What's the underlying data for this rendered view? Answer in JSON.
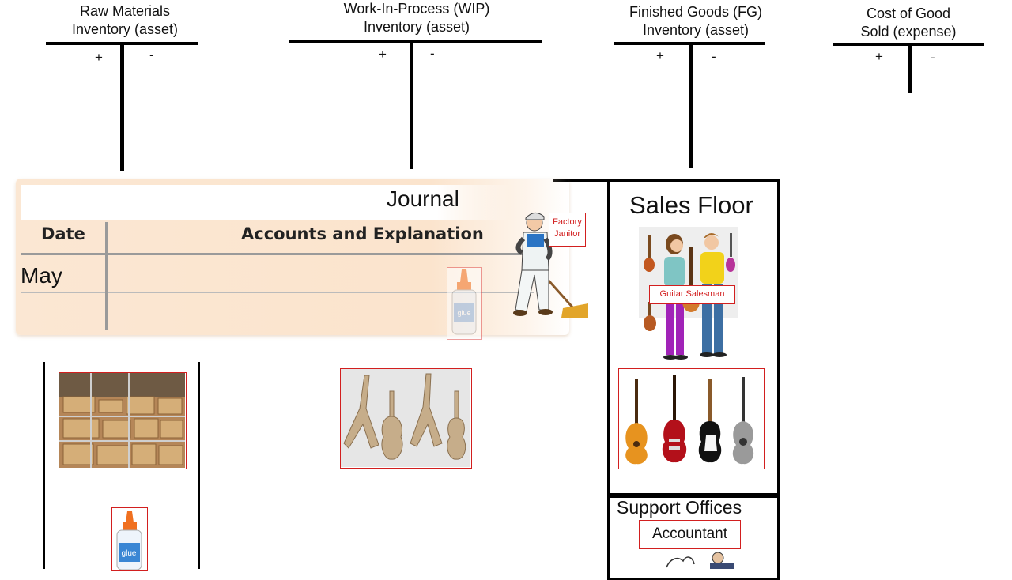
{
  "accounts": {
    "raw_materials": {
      "line1": "Raw Materials",
      "line2": "Inventory (asset)",
      "plus": "+",
      "minus": "-"
    },
    "wip": {
      "line1": "Work-In-Process (WIP)",
      "line2": "Inventory (asset)",
      "plus": "+",
      "minus": "-"
    },
    "finished_goods": {
      "line1": "Finished Goods (FG)",
      "line2": "Inventory (asset)",
      "plus": "+",
      "minus": "-"
    },
    "cogs": {
      "line1": "Cost of Good",
      "line2": "Sold (expense)",
      "plus": "+",
      "minus": "-"
    }
  },
  "journal": {
    "title": "Journal",
    "col_date": "Date",
    "col_accounts": "Accounts and Explanation",
    "row1_date": "May"
  },
  "factory": {
    "janitor_label_line1": "Factory",
    "janitor_label_line2": "Janitor",
    "glue_text": "glue"
  },
  "sales_floor": {
    "title": "Sales Floor",
    "salesman_label": "Guitar Salesman"
  },
  "support_offices": {
    "title": "Support Offices",
    "accountant_label": "Accountant"
  },
  "colors": {
    "label_red": "#d21f1f",
    "journal_bg": "#fbe4cd",
    "guitar_wood": "#c6ad8a"
  }
}
